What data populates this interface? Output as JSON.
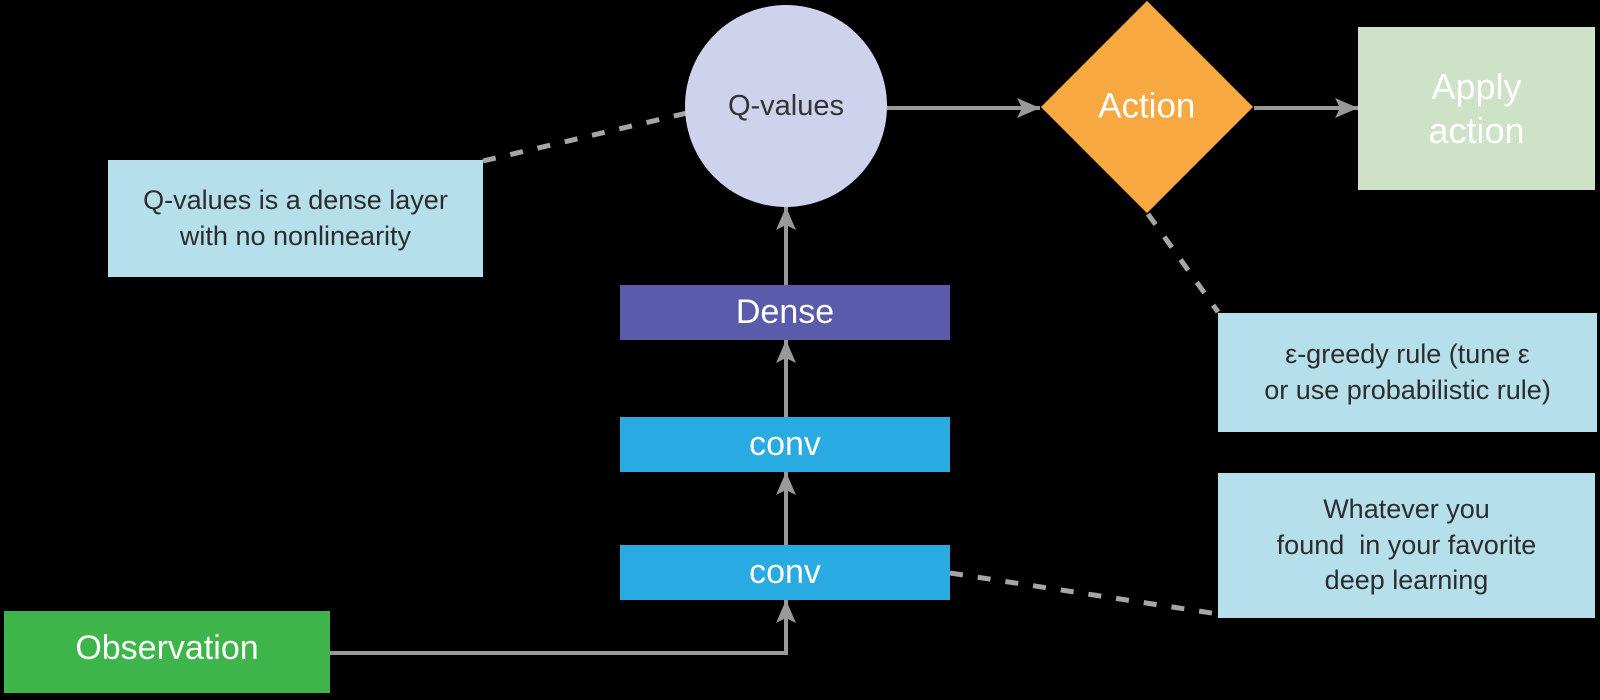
{
  "background": "#000000",
  "palette": {
    "arrow": "#999999",
    "dashed_line": "#a6a6a6",
    "note_bg": "#b6dfec",
    "note_text": "#2c2c2c"
  },
  "nodes": {
    "observation": {
      "label": "Observation",
      "bg": "#3db54b"
    },
    "conv_lower": {
      "label": "conv",
      "bg": "#29aae0"
    },
    "conv_upper": {
      "label": "conv",
      "bg": "#29aae0"
    },
    "dense": {
      "label": "Dense",
      "bg": "#5a5cab"
    },
    "q_values": {
      "label": "Q-values",
      "bg": "#cfd2ec"
    },
    "action": {
      "label": "Action",
      "bg": "#f7a841"
    },
    "apply_action": {
      "line1": "Apply",
      "line2": "action",
      "bg": "#cde2c6"
    }
  },
  "notes": {
    "q_values_note": {
      "bg": "#b6dfec",
      "line1": "Q-values is a dense layer",
      "line2": "with no nonlinearity"
    },
    "epsilon_note": {
      "bg": "#b6dfec",
      "line1": "ε-greedy rule (tune ε",
      "line2": "or use probabilistic rule)"
    },
    "deep_learning_note": {
      "bg": "#b6dfec",
      "line1": "Whatever you",
      "line2": "found  in your favorite",
      "line3": "deep learning"
    }
  }
}
